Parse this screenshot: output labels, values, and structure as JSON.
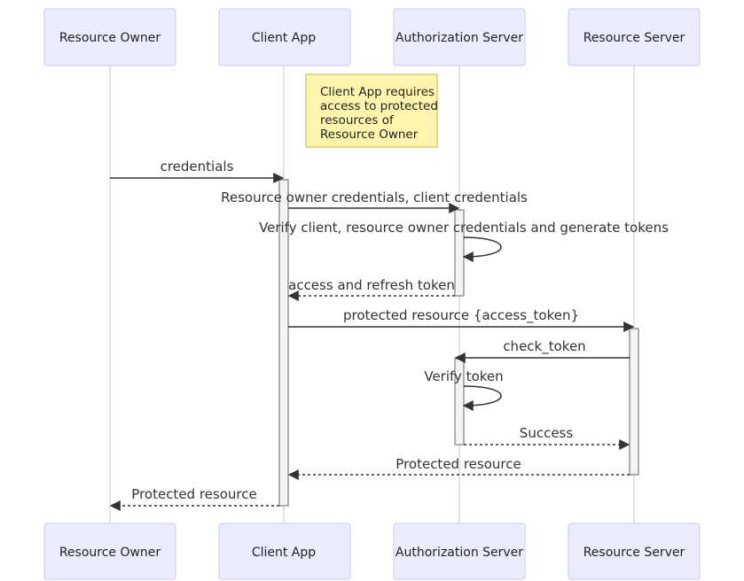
{
  "participants": {
    "resource_owner": "Resource Owner",
    "client_app": "Client App",
    "auth_server": "Authorization Server",
    "resource_server": "Resource Server"
  },
  "note": {
    "lines": [
      "Client App requires",
      "access to protected",
      "resources of",
      "Resource Owner"
    ]
  },
  "messages": [
    {
      "text": "credentials",
      "from": "resource_owner",
      "to": "client_app",
      "style": "solid"
    },
    {
      "text": "Resource owner credentials, client credentials",
      "from": "client_app",
      "to": "auth_server",
      "style": "solid"
    },
    {
      "text": "Verify client, resource owner credentials and generate tokens",
      "from": "auth_server",
      "to": "auth_server",
      "style": "solid"
    },
    {
      "text": "access and refresh token",
      "from": "auth_server",
      "to": "client_app",
      "style": "dashed"
    },
    {
      "text": "protected resource {access_token}",
      "from": "client_app",
      "to": "resource_server",
      "style": "solid"
    },
    {
      "text": "check_token",
      "from": "resource_server",
      "to": "auth_server",
      "style": "solid"
    },
    {
      "text": "Verify token",
      "from": "auth_server",
      "to": "auth_server",
      "style": "solid"
    },
    {
      "text": "Success",
      "from": "auth_server",
      "to": "resource_server",
      "style": "dashed"
    },
    {
      "text": "Protected resource",
      "from": "resource_server",
      "to": "client_app",
      "style": "dashed"
    },
    {
      "text": "Protected resource",
      "from": "client_app",
      "to": "resource_owner",
      "style": "dashed"
    }
  ]
}
